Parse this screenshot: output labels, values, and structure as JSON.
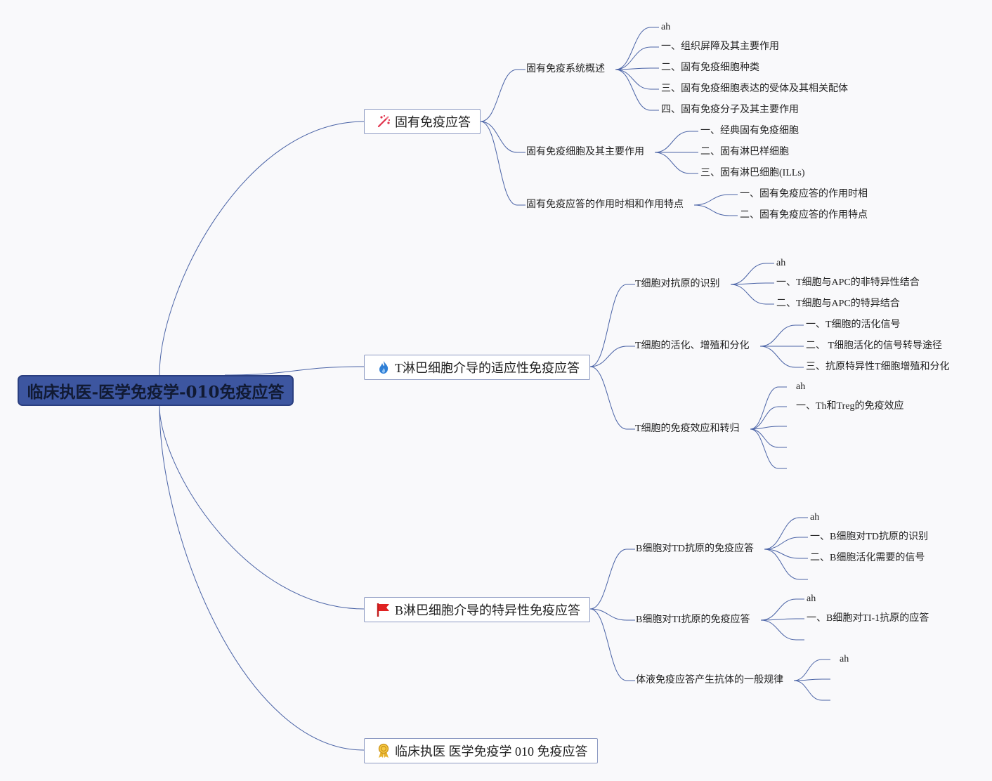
{
  "title": "临床执医-医学免疫学-010免疫应答",
  "branches": [
    {
      "label": "固有免疫应答",
      "icon": "sparkle-wand-icon",
      "topics": [
        {
          "label": "固有免疫系统概述",
          "items": [
            "ah",
            "一、组织屏障及其主要作用",
            "二、固有免疫细胞种类",
            "三、固有免疫细胞表达的受体及其相关配体",
            "四、固有免疫分子及其主要作用"
          ]
        },
        {
          "label": "固有免疫细胞及其主要作用",
          "items": [
            "一、经典固有免疫细胞",
            "二、固有淋巴样细胞",
            "三、固有淋巴细胞(ILLs)"
          ]
        },
        {
          "label": "固有免疫应答的作用时相和作用特点",
          "items": [
            "一、固有免疫应答的作用时相",
            "二、固有免疫应答的作用特点"
          ]
        }
      ]
    },
    {
      "label": "T淋巴细胞介导的适应性免疫应答",
      "icon": "flame-icon",
      "topics": [
        {
          "label": "T细胞对抗原的识别",
          "items": [
            "ah",
            "一、T细胞与APC的非特异性结合",
            "二、T细胞与APC的特异结合"
          ]
        },
        {
          "label": "T细胞的活化、增殖和分化",
          "items": [
            "一、T细胞的活化信号",
            "二、 T细胞活化的信号转导途径",
            "三、抗原特异性T细胞增殖和分化"
          ]
        },
        {
          "label": "T细胞的免疫效应和转归",
          "items": [
            "ah",
            "一、Th和Treg的免疫效应",
            "",
            "",
            ""
          ]
        }
      ]
    },
    {
      "label": "B淋巴细胞介导的特异性免疫应答",
      "icon": "flag-icon",
      "topics": [
        {
          "label": "B细胞对TD抗原的免疫应答",
          "items": [
            "ah",
            "一、B细胞对TD抗原的识别",
            "二、B细胞活化需要的信号",
            ""
          ]
        },
        {
          "label": "B细胞对TI抗原的免疫应答",
          "items": [
            "ah",
            "一、B细胞对TI-1抗原的应答",
            ""
          ]
        },
        {
          "label": "体液免疫应答产生抗体的一般规律",
          "items": [
            "ah",
            "",
            ""
          ]
        }
      ]
    },
    {
      "label": "临床执医 医学免疫学 010 免疫应答",
      "icon": "award-ribbon-icon",
      "topics": []
    }
  ],
  "colors": {
    "root_fill": "#3d56a0",
    "link": "#4a63a6",
    "branch_border": "#8d9ac2"
  }
}
